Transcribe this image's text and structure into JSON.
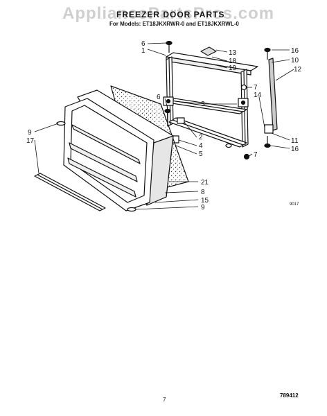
{
  "watermark": "AppliancePartsPros.com",
  "title": "FREEZER DOOR PARTS",
  "subtitle": "For Models: ET18JKXRWR-0 and ET18JKXRWL-0",
  "callouts": {
    "c6a": "6",
    "c1": "1",
    "c13": "13",
    "c18": "18",
    "c19": "19",
    "c16a": "16",
    "c10": "10",
    "c12": "12",
    "c7a": "7",
    "c14": "14",
    "c3": "3",
    "c6b": "6",
    "c2": "2",
    "c4": "4",
    "c5": "5",
    "c7b": "7",
    "c11": "11",
    "c16b": "16",
    "c9a": "9",
    "c17": "17",
    "c21": "21",
    "c8": "8",
    "c15": "15",
    "c9b": "9"
  },
  "small_code": "9017",
  "page_number": "7",
  "figure_number": "789412"
}
